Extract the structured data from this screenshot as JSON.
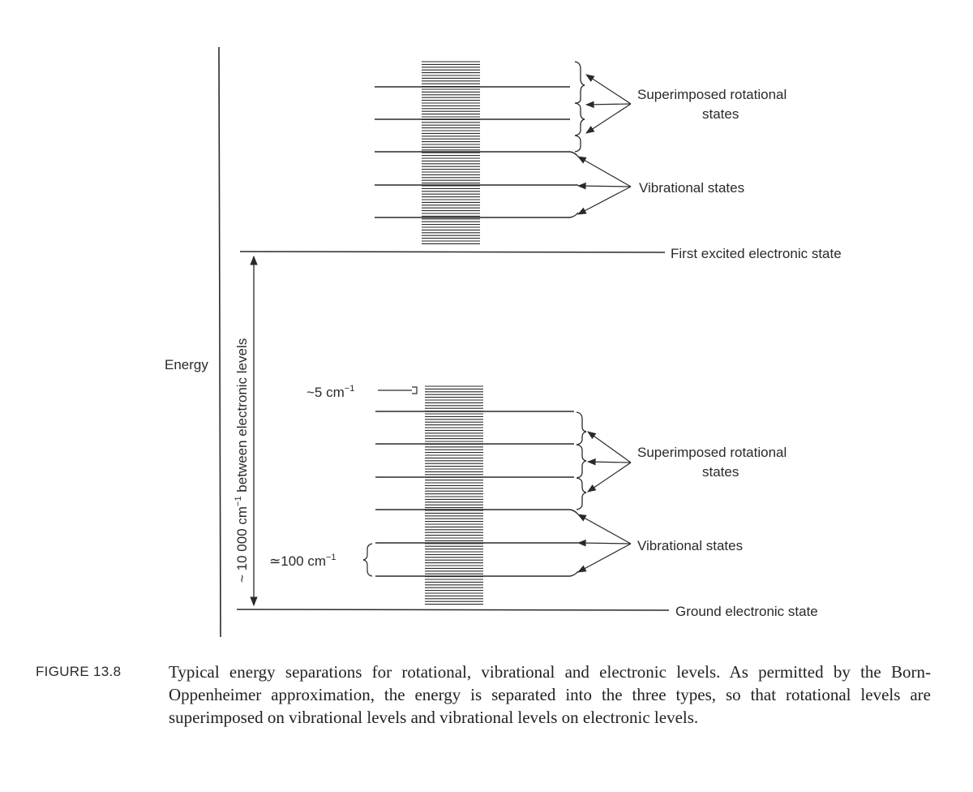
{
  "diagram": {
    "energy_axis_label": "Energy",
    "separation_label": "~ 10 000 cm",
    "separation_exponent": "−1",
    "separation_suffix": " between electronic levels",
    "upper": {
      "rotational_label_line1": "Superimposed rotational",
      "rotational_label_line2": "states",
      "vibrational_label": "Vibrational states",
      "electronic_label": "First excited electronic state"
    },
    "lower": {
      "rotational_spacing_label": "~5 cm",
      "rotational_spacing_exponent": "−1",
      "rotational_label_line1": "Superimposed rotational",
      "rotational_label_line2": "states",
      "vibrational_spacing_label": "≃100 cm",
      "vibrational_spacing_exponent": "−1",
      "vibrational_label": "Vibrational states",
      "electronic_label": "Ground electronic state"
    }
  },
  "caption": {
    "figure_label": "FIGURE 13.8",
    "text": "Typical energy separations for rotational, vibrational and electronic levels. As permitted by the Born-Oppenheimer approximation, the energy is separated into the three types, so that rotational levels are superimposed on vibrational levels and vibrational levels on electronic levels."
  },
  "colors": {
    "ink": "#2a2a2a",
    "background": "#ffffff"
  }
}
